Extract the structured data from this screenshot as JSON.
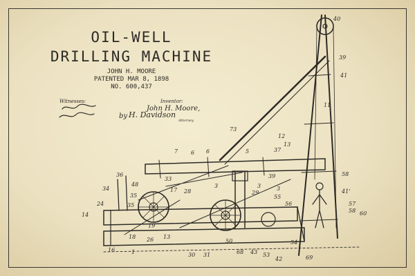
{
  "patent": {
    "title_line1": "OIL-WELL",
    "title_line2": "DRILLING MACHINE",
    "inventor": "JOHN H. MOORE",
    "patented": "PATENTED MAR 8, 1898",
    "number": "NO. 600,437"
  },
  "signatures": {
    "witnesses_label": "Witnesses:",
    "inventor_label": "Inventor:",
    "inventor_signature": "John H. Moore,",
    "by_label": "by",
    "attorney_signature": "H. Davidson",
    "attorney_label": "Attorney"
  },
  "colors": {
    "paper": "#efe6c8",
    "ink": "#2c2a26"
  },
  "callouts": [
    "40",
    "39",
    "41",
    "73",
    "11",
    "12",
    "13",
    "58",
    "7",
    "6",
    "6",
    "5",
    "37",
    "36",
    "48",
    "33",
    "34",
    "17",
    "28",
    "3",
    "39",
    "3",
    "29",
    "35",
    "3",
    "55",
    "56",
    "35",
    "24",
    "14",
    "19",
    "13",
    "16",
    "18",
    "26",
    "1",
    "30",
    "31",
    "50",
    "68",
    "43",
    "53",
    "42",
    "54",
    "69",
    "60",
    "57",
    "58",
    "41'"
  ]
}
